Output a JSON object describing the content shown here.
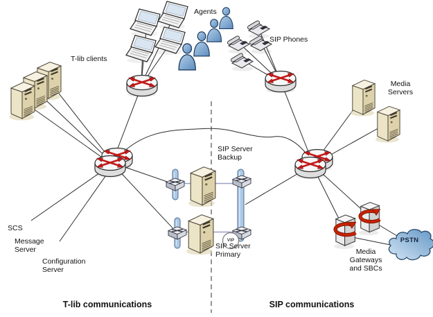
{
  "diagram": {
    "title_left": "T-lib communications",
    "title_right": "SIP communications",
    "labels": {
      "tlib_clients": "T-lib clients",
      "agents": "Agents",
      "sip_phones": "SIP Phones",
      "media_servers": "Media\nServers",
      "sip_server_backup": "SIP Server\nBackup",
      "sip_server_primary": "SIP Server\nPrimary",
      "scs": "SCS",
      "message_server": "Message\nServer",
      "configuration_server": "Configuration\nServer",
      "media_gateways": "Media\nGateways\nand SBCs",
      "pstn": "PSTN",
      "vip": "VIP"
    },
    "colors": {
      "server-top": "#f6f1e1",
      "server-side": "#ded2ab",
      "accent-red": "#c41a1a",
      "bar-blue": "#adc9e6",
      "person-blue": "#7fa9d6",
      "cloud-blue": "#6f9ec9",
      "line-color": "#2b2b2b",
      "connector-color": "#9aa0c4"
    }
  }
}
